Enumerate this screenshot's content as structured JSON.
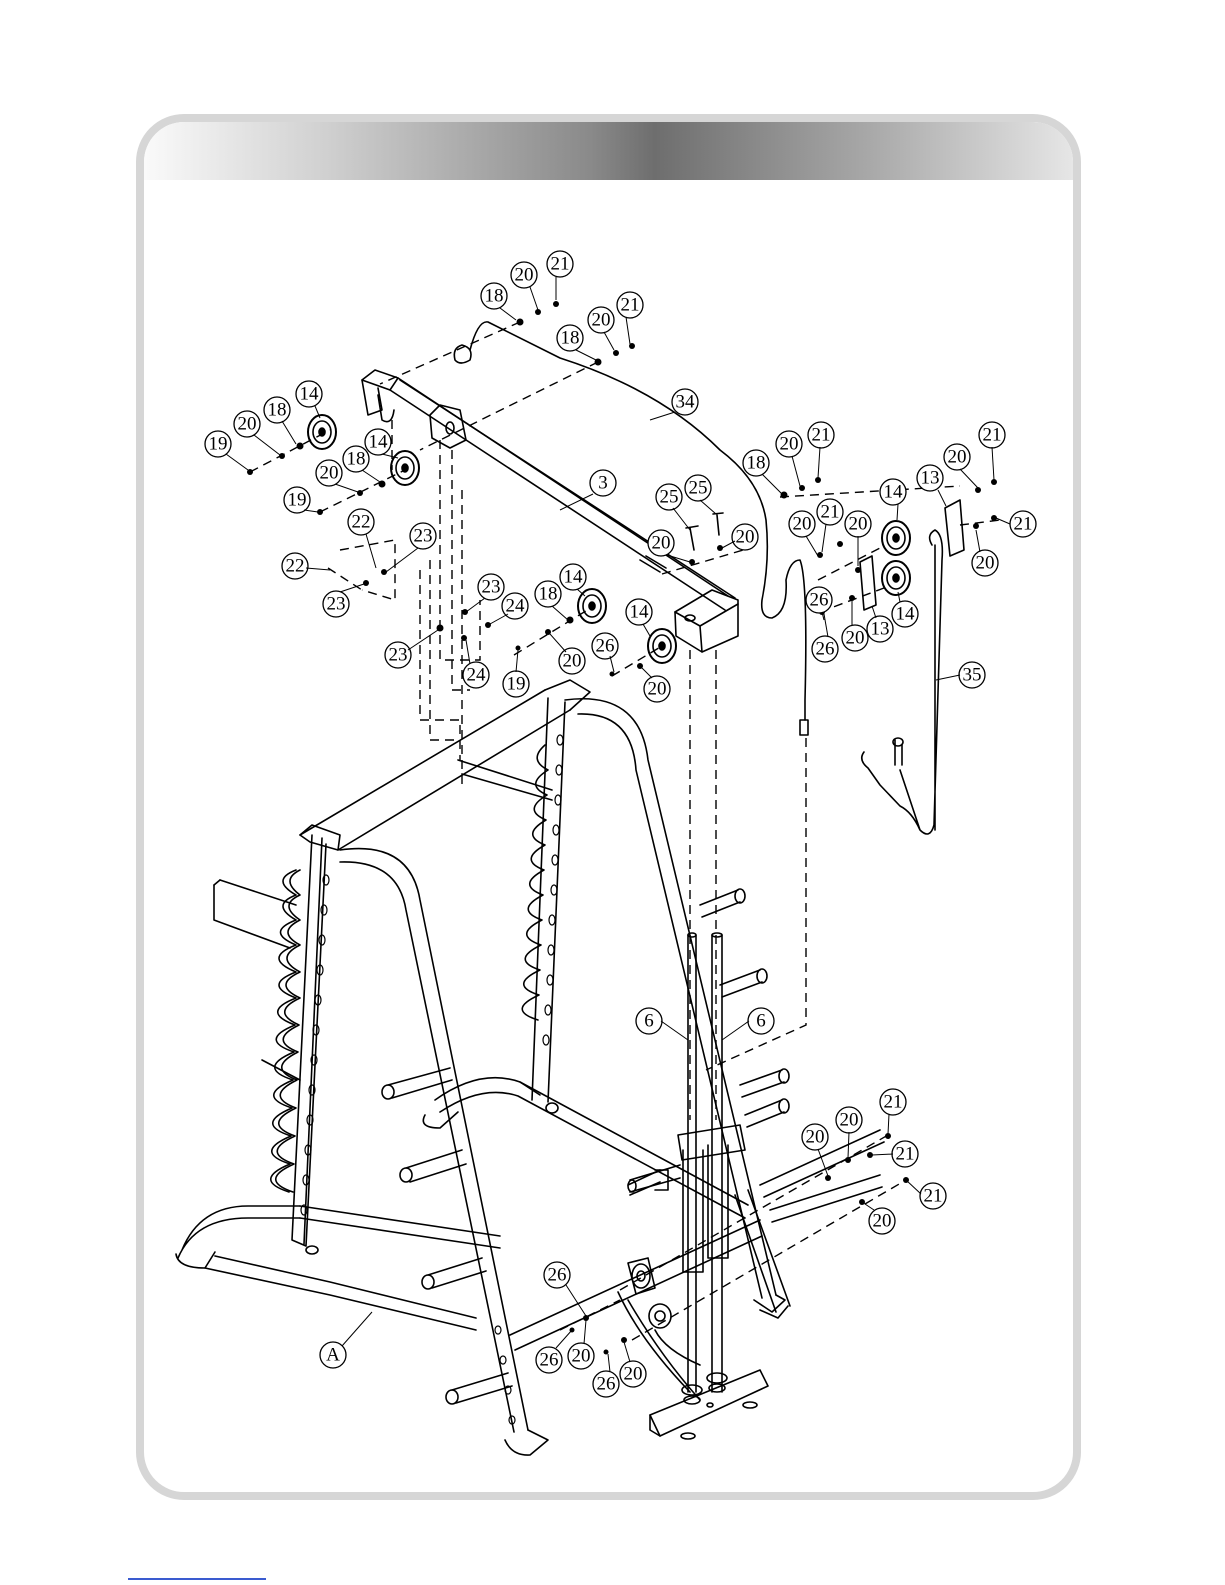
{
  "callouts": [
    {
      "id": "c1",
      "label": "21"
    },
    {
      "id": "c2",
      "label": "20"
    },
    {
      "id": "c3",
      "label": "18"
    },
    {
      "id": "c4",
      "label": "21"
    },
    {
      "id": "c5",
      "label": "20"
    },
    {
      "id": "c6",
      "label": "18"
    },
    {
      "id": "c7",
      "label": "34"
    },
    {
      "id": "c8",
      "label": "14"
    },
    {
      "id": "c9",
      "label": "18"
    },
    {
      "id": "c10",
      "label": "20"
    },
    {
      "id": "c11",
      "label": "19"
    },
    {
      "id": "c12",
      "label": "14"
    },
    {
      "id": "c13",
      "label": "18"
    },
    {
      "id": "c14",
      "label": "20"
    },
    {
      "id": "c15",
      "label": "19"
    },
    {
      "id": "c16",
      "label": "22"
    },
    {
      "id": "c17",
      "label": "23"
    },
    {
      "id": "c18",
      "label": "22"
    },
    {
      "id": "c19",
      "label": "23"
    },
    {
      "id": "c20",
      "label": "3"
    },
    {
      "id": "c21",
      "label": "25"
    },
    {
      "id": "c22",
      "label": "25"
    },
    {
      "id": "c23",
      "label": "20"
    },
    {
      "id": "c24",
      "label": "20"
    },
    {
      "id": "c25",
      "label": "23"
    },
    {
      "id": "c26",
      "label": "24"
    },
    {
      "id": "c27",
      "label": "23"
    },
    {
      "id": "c28",
      "label": "24"
    },
    {
      "id": "c29",
      "label": "14"
    },
    {
      "id": "c30",
      "label": "18"
    },
    {
      "id": "c31",
      "label": "14"
    },
    {
      "id": "c32",
      "label": "26"
    },
    {
      "id": "c33",
      "label": "20"
    },
    {
      "id": "c34",
      "label": "19"
    },
    {
      "id": "c35",
      "label": "20"
    },
    {
      "id": "c36",
      "label": "18"
    },
    {
      "id": "c37",
      "label": "20"
    },
    {
      "id": "c38",
      "label": "21"
    },
    {
      "id": "c39",
      "label": "21"
    },
    {
      "id": "c40",
      "label": "20"
    },
    {
      "id": "c41",
      "label": "13"
    },
    {
      "id": "c42",
      "label": "14"
    },
    {
      "id": "c43",
      "label": "20"
    },
    {
      "id": "c44",
      "label": "21"
    },
    {
      "id": "c45",
      "label": "20"
    },
    {
      "id": "c46",
      "label": "21"
    },
    {
      "id": "c47",
      "label": "20"
    },
    {
      "id": "c48",
      "label": "26"
    },
    {
      "id": "c49",
      "label": "14"
    },
    {
      "id": "c50",
      "label": "13"
    },
    {
      "id": "c51",
      "label": "20"
    },
    {
      "id": "c52",
      "label": "26"
    },
    {
      "id": "c53",
      "label": "35"
    },
    {
      "id": "c54",
      "label": "6"
    },
    {
      "id": "c55",
      "label": "6"
    },
    {
      "id": "c56",
      "label": "21"
    },
    {
      "id": "c57",
      "label": "20"
    },
    {
      "id": "c58",
      "label": "20"
    },
    {
      "id": "c59",
      "label": "21"
    },
    {
      "id": "c60",
      "label": "21"
    },
    {
      "id": "c61",
      "label": "20"
    },
    {
      "id": "c62",
      "label": "26"
    },
    {
      "id": "c63",
      "label": "26"
    },
    {
      "id": "c64",
      "label": "20"
    },
    {
      "id": "c65",
      "label": "26"
    },
    {
      "id": "c66",
      "label": "20"
    },
    {
      "id": "c67",
      "label": "A"
    }
  ],
  "colors": {
    "frame": "#d6d6d6",
    "ink": "#000000",
    "header_dark": "#6e6e6e",
    "footer_line": "#3a5bd0"
  }
}
